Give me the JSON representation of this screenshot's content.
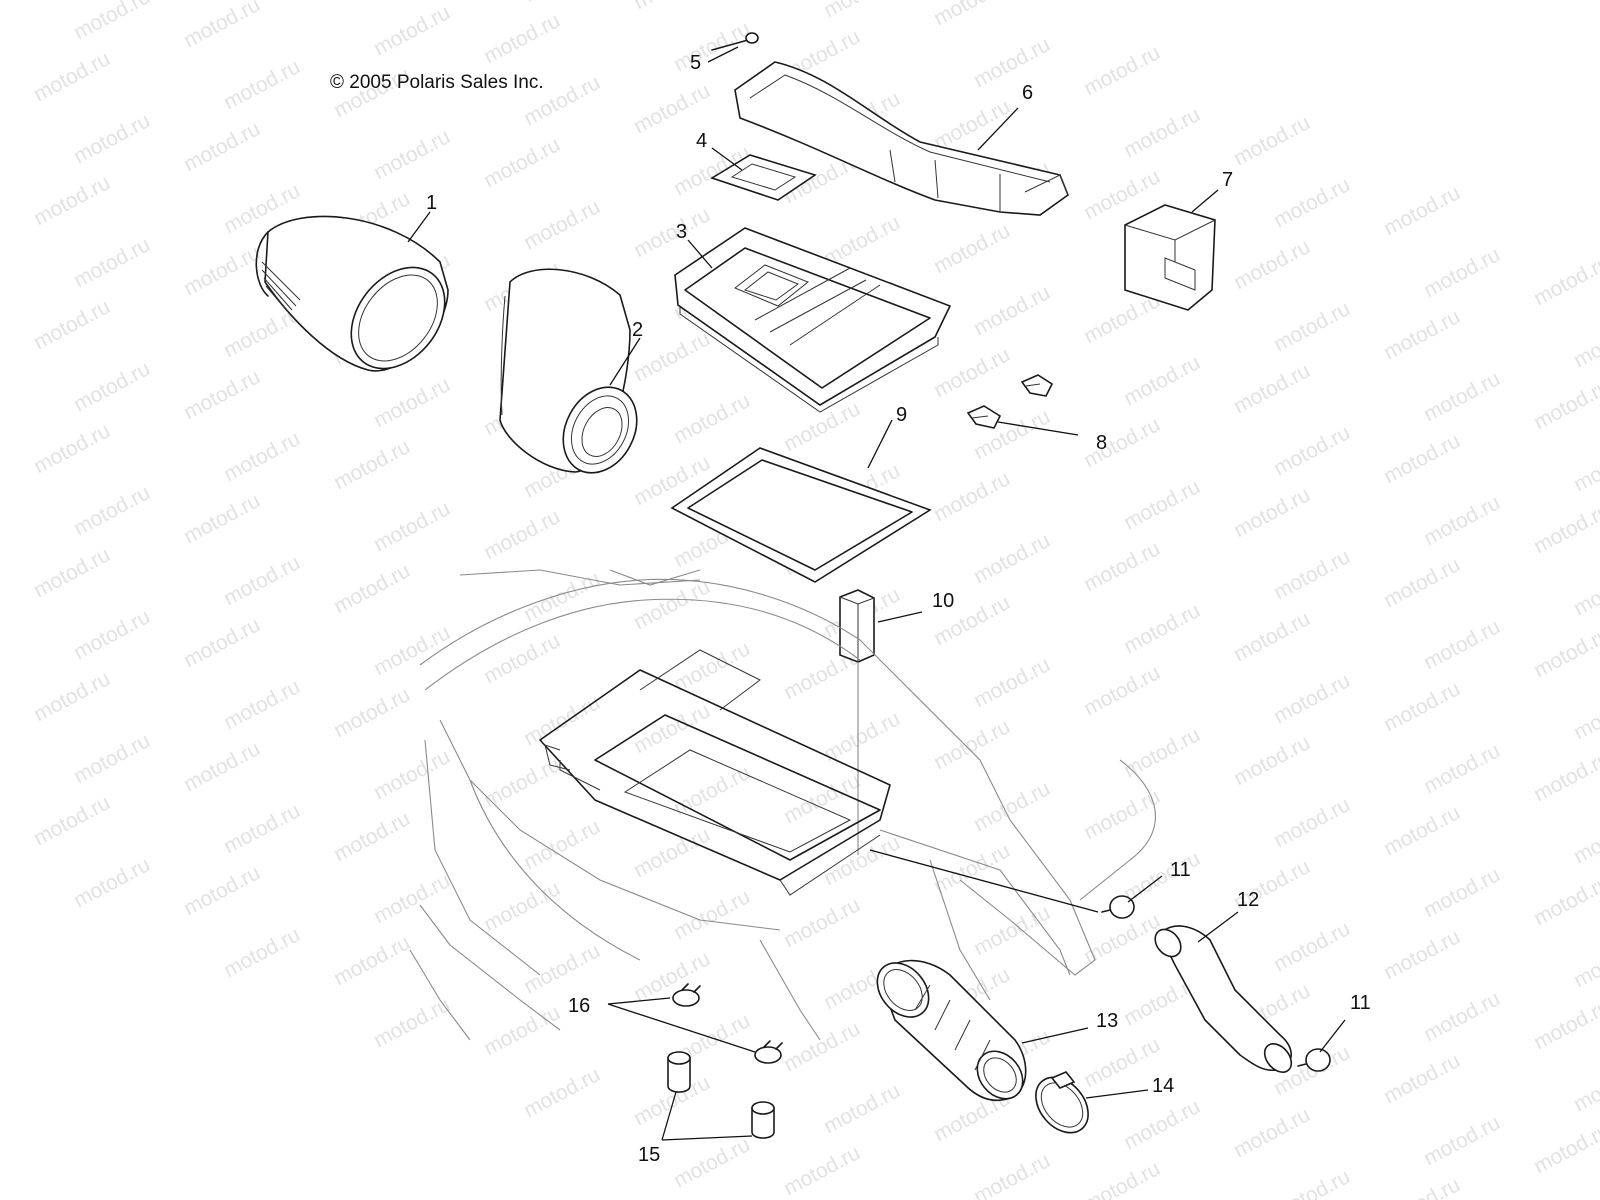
{
  "copyright": "© 2005 Polaris Sales Inc.",
  "watermark": "motod.ru",
  "callouts": {
    "c1": "1",
    "c2": "2",
    "c3": "3",
    "c4": "4",
    "c5": "5",
    "c6": "6",
    "c7": "7",
    "c8": "8",
    "c9": "9",
    "c10": "10",
    "c11a": "11",
    "c11b": "11",
    "c12": "12",
    "c13": "13",
    "c14": "14",
    "c15": "15",
    "c16": "16"
  }
}
